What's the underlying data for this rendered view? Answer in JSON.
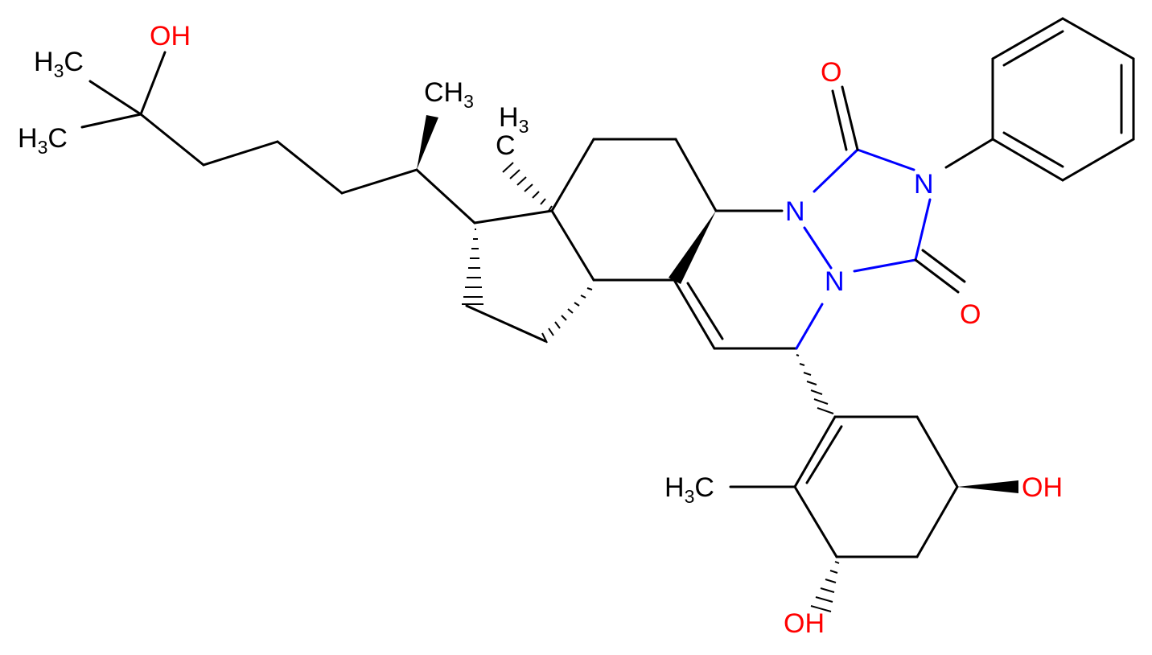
{
  "molecule": {
    "atom_labels": {
      "oh_top": {
        "main": "OH"
      },
      "h3c_top": {
        "main": "H",
        "sub": "3",
        "tail": "C"
      },
      "h3c_mid": {
        "main": "H",
        "sub": "3",
        "tail": "C"
      },
      "ch3_chain": {
        "main": "CH",
        "sub": "3"
      },
      "ch3_ring": {
        "main": "CH",
        "sub": "3"
      },
      "n1": {
        "main": "N"
      },
      "n2": {
        "main": "N"
      },
      "n3": {
        "main": "N"
      },
      "o_top": {
        "main": "O"
      },
      "o_bottom": {
        "main": "O"
      },
      "h3c_bottom": {
        "main": "H",
        "sub": "3",
        "tail": "C"
      },
      "oh_right": {
        "main": "OH"
      },
      "oh_bottom": {
        "main": "OH"
      }
    },
    "colors": {
      "carbon": "#000000",
      "nitrogen": "#0000ff",
      "oxygen": "#ff0000",
      "background": "#ffffff"
    }
  }
}
